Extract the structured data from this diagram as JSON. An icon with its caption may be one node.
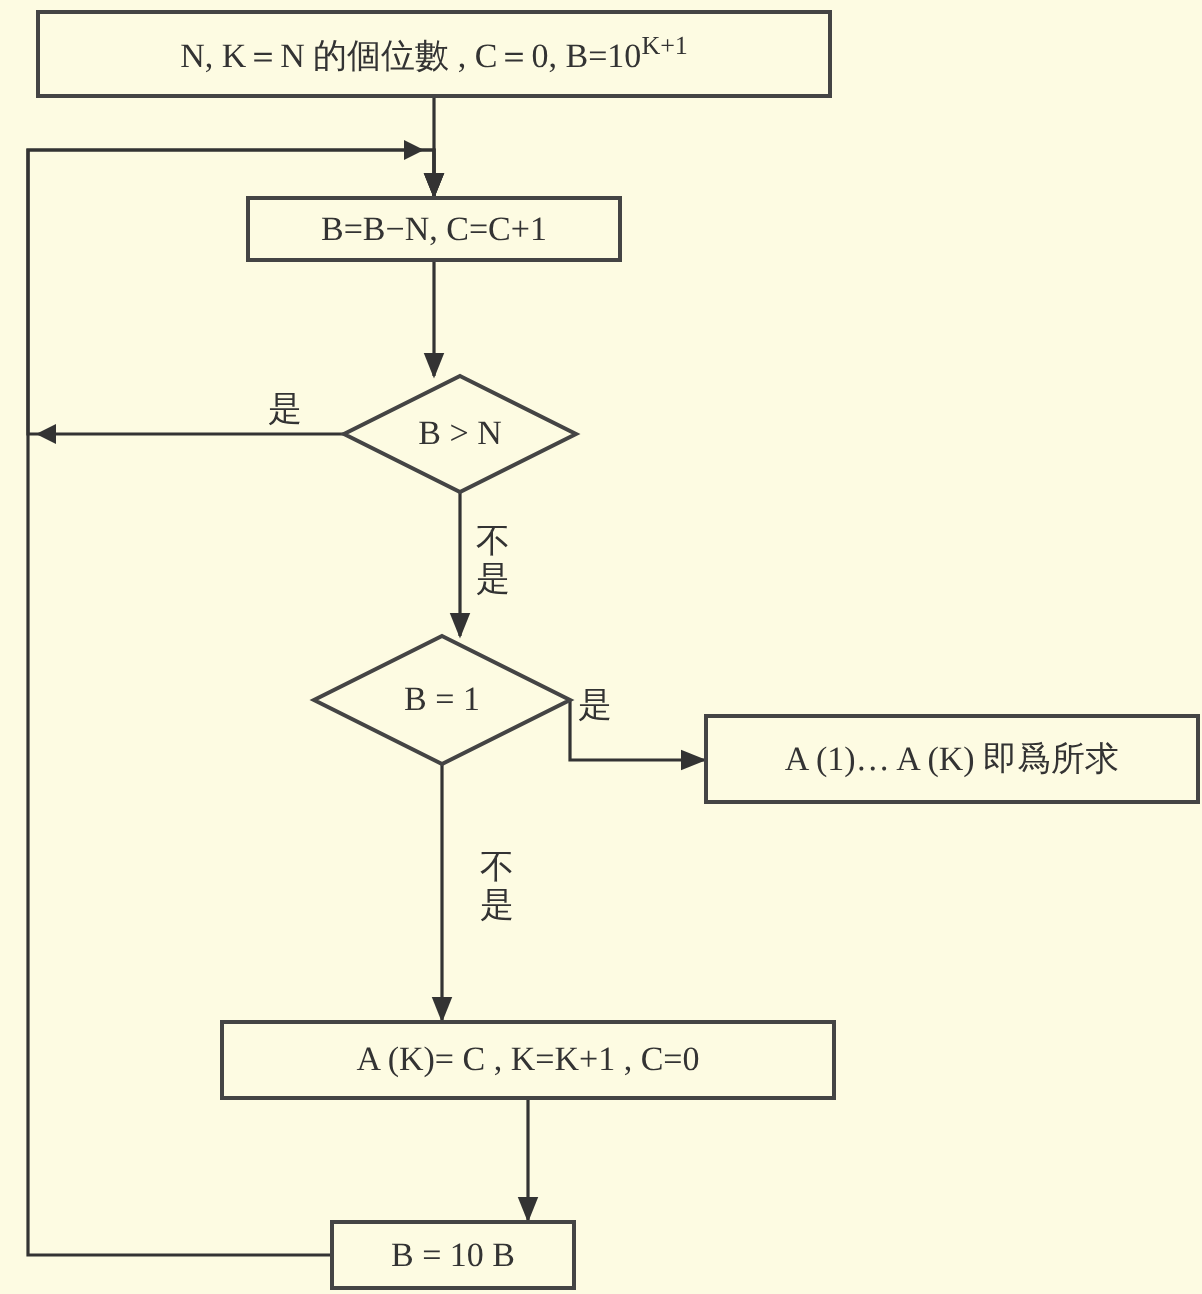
{
  "diagram": {
    "nodes": [
      {
        "text": [
          "N, K＝N 的個位數 , C＝0, B=10$^{K+1}$"
        ]
      },
      {
        "text": [
          "B=B−N, C=C+1"
        ]
      },
      {
        "text": [
          "B > N"
        ]
      },
      {
        "text": [
          "B = 1"
        ]
      },
      {
        "text": [
          "A (1)… A (K) 即爲所求"
        ]
      },
      {
        "text": [
          "A (K)= C , K=K+1 , C=0"
        ]
      },
      {
        "text": [
          "B = 10 B"
        ]
      }
    ],
    "edges": [
      {
        "from": 0,
        "to": 1,
        "arrow": "to"
      },
      {
        "from": 1,
        "to": 2,
        "arrow": "to"
      },
      {
        "from": 2,
        "to": 3,
        "arrow": "to",
        "label": "不是"
      },
      {
        "from": 2,
        "to": 1,
        "arrow": "to",
        "label": "是"
      },
      {
        "from": 3,
        "to": 4,
        "arrow": "to",
        "label": "是"
      },
      {
        "from": 3,
        "to": 5,
        "arrow": "to",
        "label": "不是"
      },
      {
        "from": 5,
        "to": 6,
        "arrow": "to"
      },
      {
        "from": 6,
        "to": 1,
        "arrow": "to"
      }
    ]
  }
}
